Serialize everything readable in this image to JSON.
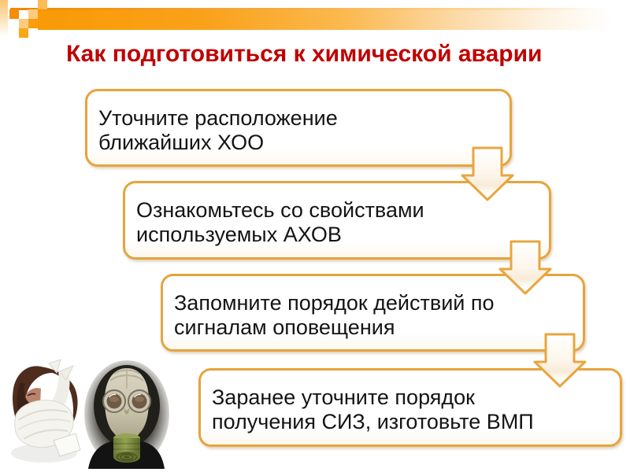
{
  "title": {
    "text": "Как подготовиться к химической аварии"
  },
  "steps": [
    {
      "text": "Уточните расположение\nближайших ХОО"
    },
    {
      "text": "Ознакомьтесь со свойствами\nиспользуемых АХОВ"
    },
    {
      "text": "Запомните порядок действий по\nсигналам оповещения"
    },
    {
      "text": "Заранее уточните порядок\nполучения СИЗ, изготовьте ВМП"
    }
  ],
  "icons": [
    {
      "name": "down-block-arrow-icon",
      "count": 3,
      "style": "white block arrow with orange outline"
    }
  ],
  "images": [
    {
      "name": "cotton-gauze-bandage-photo",
      "depicts": "person with face wrapped in white cotton-gauze bandage"
    },
    {
      "name": "gas-mask-photo",
      "depicts": "person wearing gray gas mask with green filter canister"
    }
  ],
  "colors": {
    "title_red": "#C00000",
    "box_border_orange": "#E6A43D",
    "bar_orange": "#F99B05",
    "body_text": "#141414",
    "background": "#FFFFFF"
  }
}
